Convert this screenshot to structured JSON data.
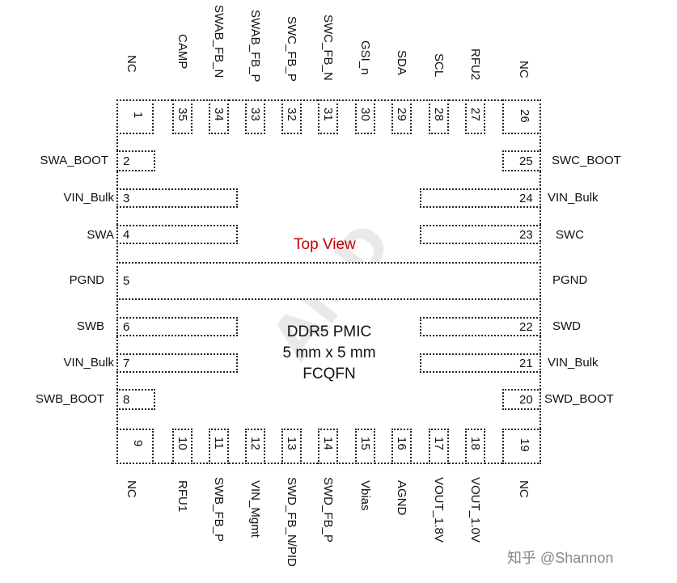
{
  "diagram": {
    "title": "Top View",
    "watermark": "AMD",
    "part_line1": "DDR5 PMIC",
    "part_line2": "5 mm x 5 mm",
    "part_line3": "FCQFN",
    "credit": "知乎 @Shannon"
  },
  "pins": {
    "p1": {
      "num": "1",
      "name": "NC"
    },
    "p2": {
      "num": "2",
      "name": "SWA_BOOT"
    },
    "p3": {
      "num": "3",
      "name": "VIN_Bulk"
    },
    "p4": {
      "num": "4",
      "name": "SWA"
    },
    "p5": {
      "num": "5",
      "name": "PGND"
    },
    "p6": {
      "num": "6",
      "name": "SWB"
    },
    "p7": {
      "num": "7",
      "name": "VIN_Bulk"
    },
    "p8": {
      "num": "8",
      "name": "SWB_BOOT"
    },
    "p9": {
      "num": "9",
      "name": "NC"
    },
    "p10": {
      "num": "10",
      "name": "RFU1"
    },
    "p11": {
      "num": "11",
      "name": "SWB_FB_P"
    },
    "p12": {
      "num": "12",
      "name": "VIN_Mgmt"
    },
    "p13": {
      "num": "13",
      "name": "SWD_FB_N/PID"
    },
    "p14": {
      "num": "14",
      "name": "SWD_FB_P"
    },
    "p15": {
      "num": "15",
      "name": "Vbias"
    },
    "p16": {
      "num": "16",
      "name": "AGND"
    },
    "p17": {
      "num": "17",
      "name": "VOUT_1.8V"
    },
    "p18": {
      "num": "18",
      "name": "VOUT_1.0V"
    },
    "p19": {
      "num": "19",
      "name": "NC"
    },
    "p20": {
      "num": "20",
      "name": "SWD_BOOT"
    },
    "p21": {
      "num": "21",
      "name": "VIN_Bulk"
    },
    "p22": {
      "num": "22",
      "name": "SWD"
    },
    "p5r": {
      "num": "",
      "name": "PGND"
    },
    "p23": {
      "num": "23",
      "name": "SWC"
    },
    "p24": {
      "num": "24",
      "name": "VIN_Bulk"
    },
    "p25": {
      "num": "25",
      "name": "SWC_BOOT"
    },
    "p26": {
      "num": "26",
      "name": "NC"
    },
    "p27": {
      "num": "27",
      "name": "RFU2"
    },
    "p28": {
      "num": "28",
      "name": "SCL"
    },
    "p29": {
      "num": "29",
      "name": "SDA"
    },
    "p30": {
      "num": "30",
      "name": "GSI_n"
    },
    "p31": {
      "num": "31",
      "name": "SWC_FB_N"
    },
    "p32": {
      "num": "32",
      "name": "SWC_FB_P"
    },
    "p33": {
      "num": "33",
      "name": "SWAB_FB_P"
    },
    "p34": {
      "num": "34",
      "name": "SWAB_FB_N"
    },
    "p35": {
      "num": "35",
      "name": "CAMP"
    }
  }
}
